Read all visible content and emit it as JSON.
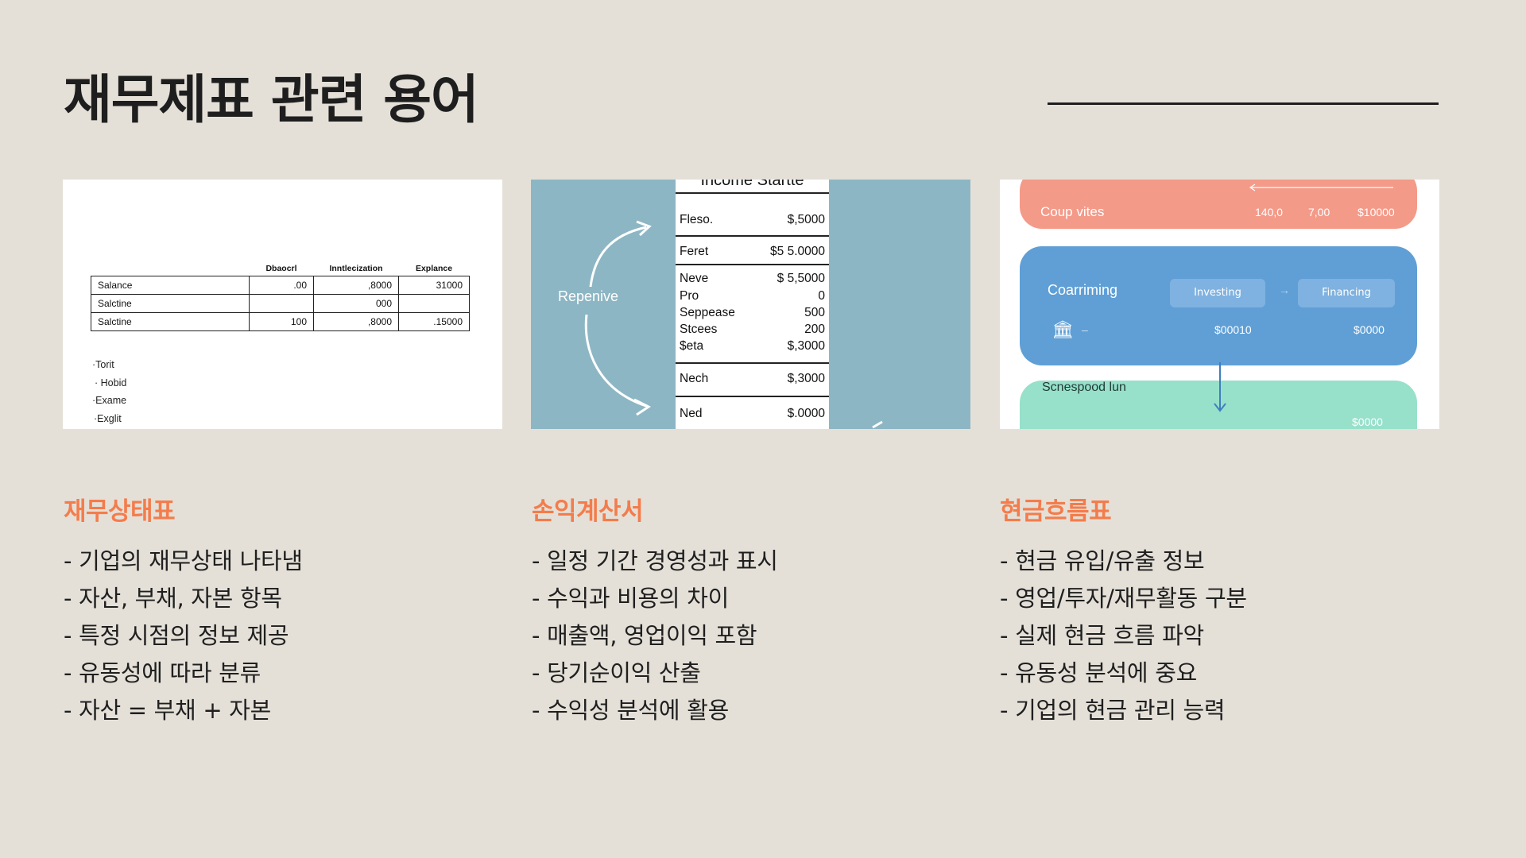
{
  "title": "재무제표 관련 용어",
  "panels": {
    "balance": {
      "headers": [
        "Dbaocrl",
        "Inntlecization",
        "Explance"
      ],
      "rows": [
        {
          "label": "Salance",
          "v1": ".00",
          "v2": ",8000",
          "v3": "31000"
        },
        {
          "label": "Salctine",
          "v1": "",
          "v2": "000",
          "v3": ""
        },
        {
          "label": "Salctine",
          "v1": "100",
          "v2": ",8000",
          "v3": ".15000"
        }
      ],
      "list": [
        "·Torit",
        "· Hobid",
        "·Exame",
        "·Exglit"
      ]
    },
    "income": {
      "heading": "Income Startte",
      "arrow_label": "Repenive",
      "rows": [
        {
          "label": "Fleso.",
          "value": "$,5000"
        },
        {
          "label": "Feret",
          "value": "$5 5.0000"
        },
        {
          "label": "Neve",
          "value": "$ 5,5000"
        },
        {
          "label": "Pro",
          "value": "0"
        },
        {
          "label": "Seppease",
          "value": "500"
        },
        {
          "label": "Stcees",
          "value": "200"
        },
        {
          "label": "$eta",
          "value": "$,3000"
        },
        {
          "label": "Nech",
          "value": "$,3000"
        },
        {
          "label": "Ned",
          "value": "$.0000"
        }
      ]
    },
    "cashflow": {
      "top_label": "Coup vites",
      "top_values": [
        "140,0",
        "7,00",
        "$10000"
      ],
      "mid_label": "Coarriming",
      "chip_investing": "Investing",
      "chip_financing": "Financing",
      "mid_values": [
        "$00010",
        "$0000"
      ],
      "bottom_label": "Scnespood lun",
      "bottom_value": "$0000"
    }
  },
  "columns": [
    {
      "heading": "재무상태표",
      "items": [
        "- 기업의 재무상태 나타냄",
        "- 자산, 부채, 자본 항목",
        "- 특정 시점의 정보 제공",
        "- 유동성에 따라 분류",
        "- 자산 = 부채 + 자본"
      ]
    },
    {
      "heading": "손익계산서",
      "items": [
        "- 일정 기간 경영성과 표시",
        "- 수익과 비용의 차이",
        "- 매출액, 영업이익 포함",
        "- 당기순이익 산출",
        "- 수익성 분석에 활용"
      ]
    },
    {
      "heading": "현금흐름표",
      "items": [
        "- 현금 유입/유출 정보",
        "- 영업/투자/재무활동 구분",
        "- 실제 현금 흐름 파악",
        "- 유동성 분석에 중요",
        "- 기업의 현금 관리 능력"
      ]
    }
  ],
  "colors": {
    "background": "#e4e0d8",
    "accent": "#f47c4b",
    "panel_blue": "#8db6c4",
    "cf_red": "#f49a88",
    "cf_blue": "#5f9fd6",
    "cf_green": "#97e0ca"
  }
}
